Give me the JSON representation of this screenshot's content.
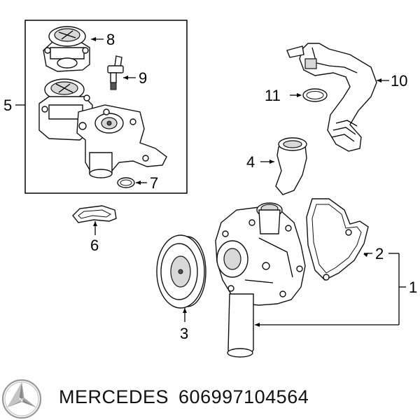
{
  "callouts": {
    "c1": "1",
    "c2": "2",
    "c3": "3",
    "c4": "4",
    "c5": "5",
    "c6": "6",
    "c7": "7",
    "c8": "8",
    "c9": "9",
    "c10": "10",
    "c11": "11"
  },
  "footer": {
    "brand": "MERCEDES",
    "part_number": "606997104564"
  },
  "icons": {
    "logo": "mercedes-star-logo"
  }
}
